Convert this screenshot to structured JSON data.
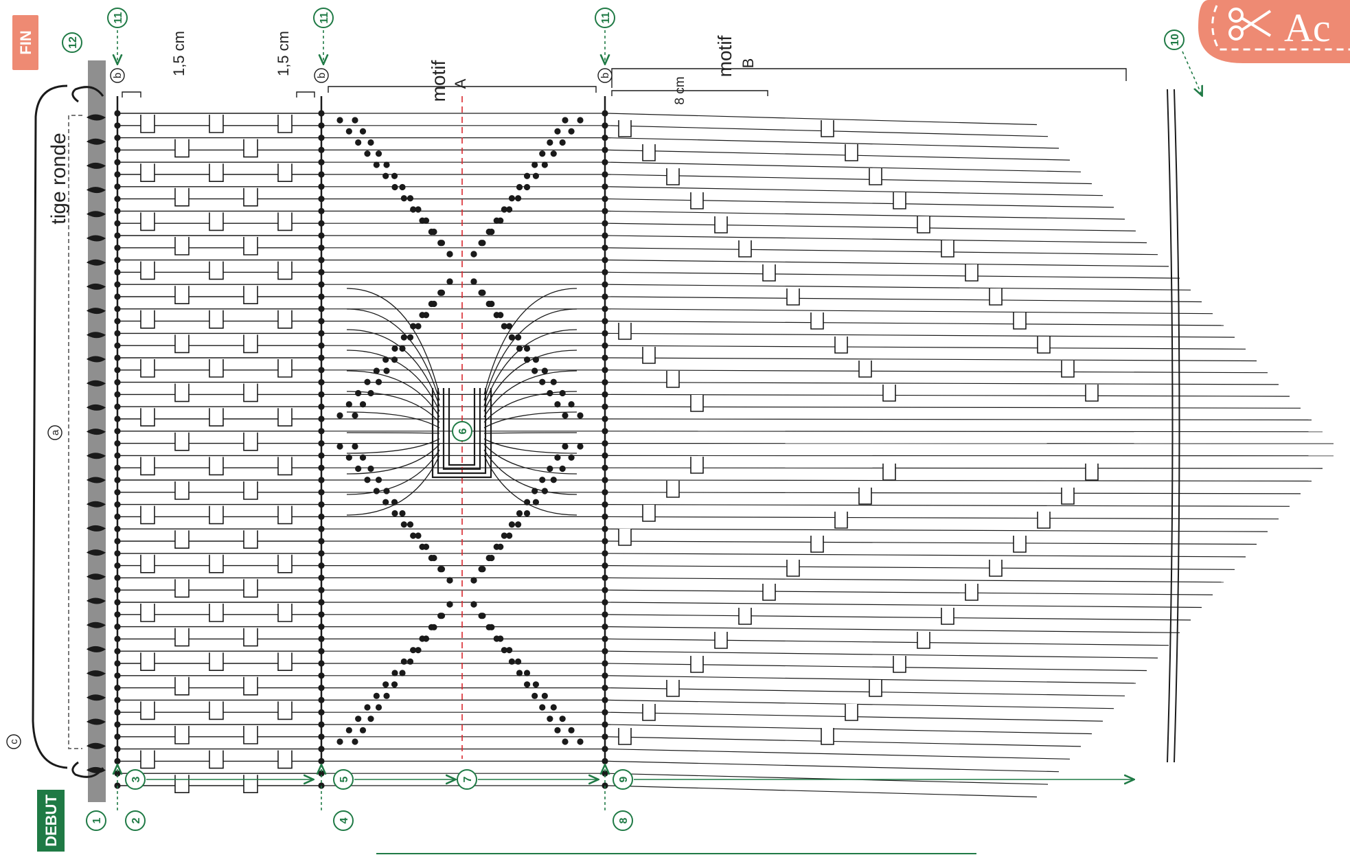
{
  "labels": {
    "start": "DEBUT",
    "end": "FIN",
    "rod": "tige ronde",
    "measure_a": "1,5 cm",
    "measure_b": "1,5 cm",
    "measure_c": "8 cm",
    "motif_a_word": "motif",
    "motif_a_letter": "A",
    "motif_b_word": "motif",
    "motif_b_letter": "B",
    "letter_a": "a",
    "letter_b": "b",
    "letter_c": "c",
    "corner_text": "Ac"
  },
  "steps": [
    "1",
    "2",
    "3",
    "4",
    "5",
    "6",
    "7",
    "8",
    "9",
    "10",
    "11",
    "12"
  ],
  "colors": {
    "green": "#1f7a45",
    "salmon": "#ee8a73",
    "rod": "#8f8f8f",
    "ink": "#1a1a1a",
    "red_dash": "#d9262c"
  }
}
